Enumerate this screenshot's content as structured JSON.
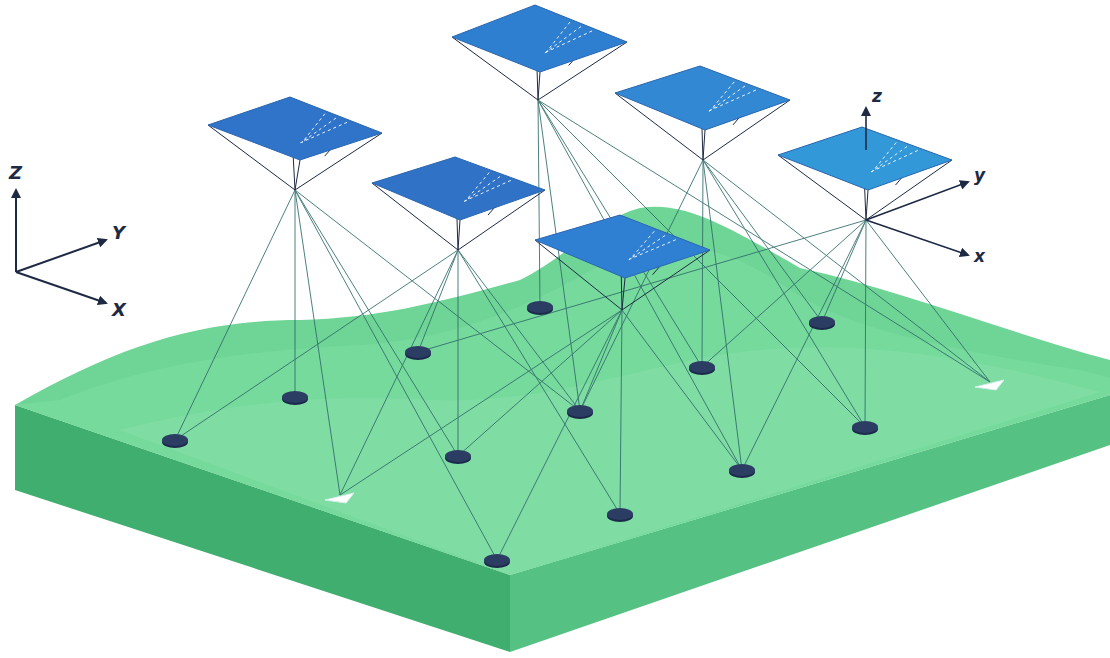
{
  "diagram": {
    "labels": [
      "Z",
      "Y",
      "X",
      "z",
      "y",
      "x"
    ]
  }
}
